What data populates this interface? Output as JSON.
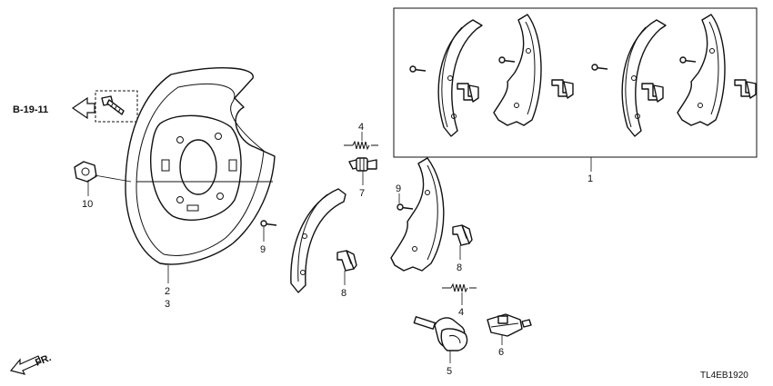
{
  "reference": {
    "label": "B-19-11"
  },
  "direction": {
    "label": "FR."
  },
  "drawing_code": "TL4EB1920",
  "callouts": [
    {
      "id": "c1",
      "text": "1"
    },
    {
      "id": "c2",
      "text": "2"
    },
    {
      "id": "c3",
      "text": "3"
    },
    {
      "id": "c4a",
      "text": "4"
    },
    {
      "id": "c4b",
      "text": "4"
    },
    {
      "id": "c5",
      "text": "5"
    },
    {
      "id": "c6",
      "text": "6"
    },
    {
      "id": "c7",
      "text": "7"
    },
    {
      "id": "c8a",
      "text": "8"
    },
    {
      "id": "c8b",
      "text": "8"
    },
    {
      "id": "c9a",
      "text": "9"
    },
    {
      "id": "c9b",
      "text": "9"
    },
    {
      "id": "c10",
      "text": "10"
    }
  ]
}
